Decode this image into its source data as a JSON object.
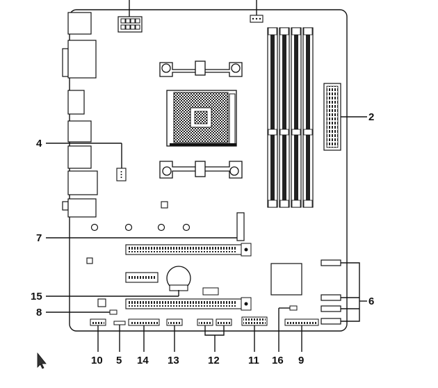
{
  "callouts": {
    "c2": "2",
    "c4": "4",
    "c5": "5",
    "c6": "6",
    "c7": "7",
    "c8": "8",
    "c9": "9",
    "c10": "10",
    "c11": "11",
    "c12": "12",
    "c13": "13",
    "c14": "14",
    "c15": "15",
    "c16": "16"
  },
  "colors": {
    "line": "#111111",
    "fill_dark": "#222222",
    "fill_light": "#ffffff"
  }
}
